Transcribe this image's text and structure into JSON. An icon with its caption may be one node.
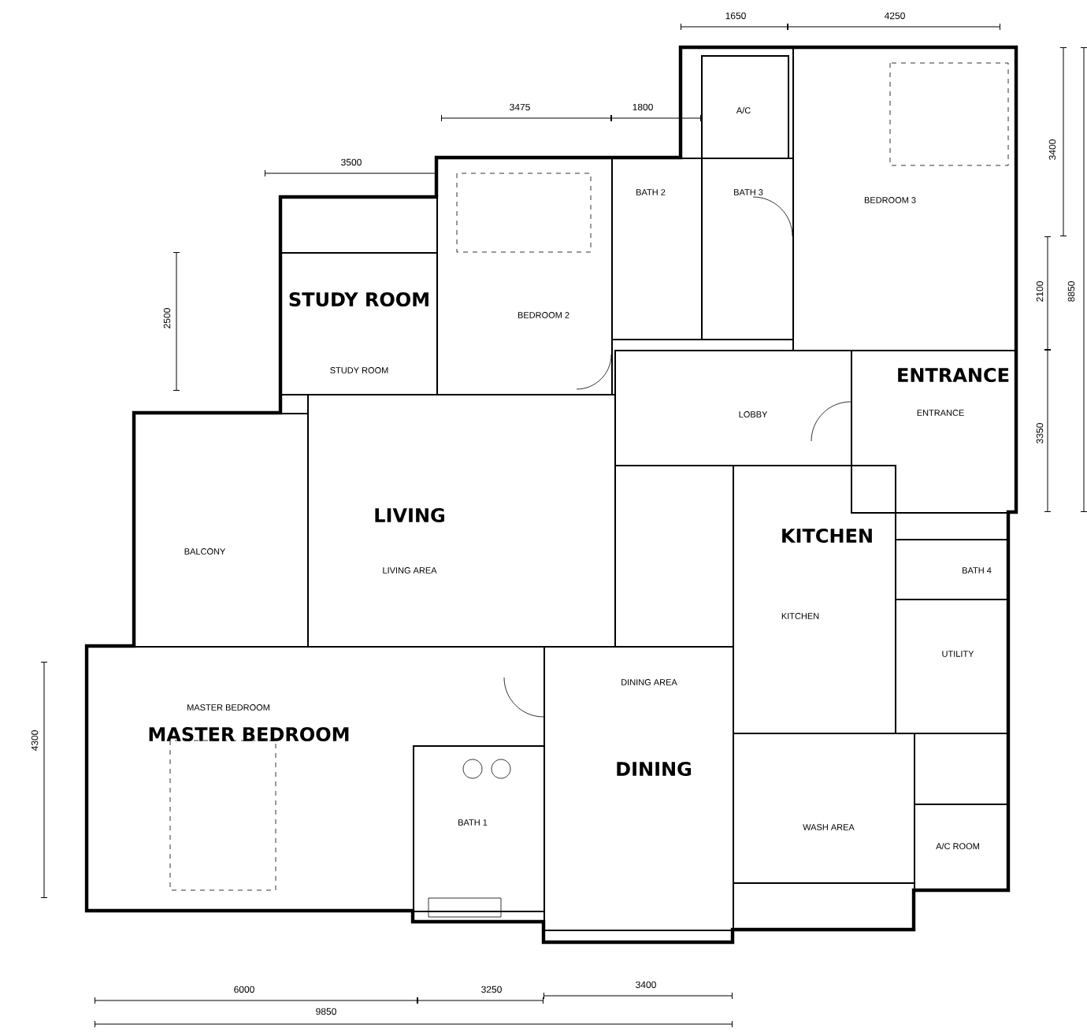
{
  "diagram": {
    "nodes": [
      {
        "text": [
          "A/C"
        ]
      },
      {
        "text": [
          "BEDROOM 3"
        ]
      },
      {
        "text": [
          "BEDROOM 2"
        ]
      },
      {
        "text": [
          "BATH 2"
        ]
      },
      {
        "text": [
          "BATH 3"
        ]
      },
      {
        "text": [
          "STUDY ROOM",
          "STUDY ROOM"
        ]
      },
      {
        "text": [
          "ENTRANCE",
          "ENTRANCE"
        ]
      },
      {
        "text": [
          "LOBBY"
        ]
      },
      {
        "text": [
          "LIVING",
          "LIVING AREA"
        ]
      },
      {
        "text": [
          "BALCONY"
        ]
      },
      {
        "text": [
          "KITCHEN",
          "KITCHEN"
        ]
      },
      {
        "text": [
          "BATH 4"
        ]
      },
      {
        "text": [
          "UTILITY"
        ]
      },
      {
        "text": [
          "MASTER BEDROOM",
          "MASTER BEDROOM"
        ]
      },
      {
        "text": [
          "DINING AREA",
          "DINING"
        ]
      },
      {
        "text": [
          "BATH 1"
        ]
      },
      {
        "text": [
          "WASH AREA"
        ]
      },
      {
        "text": [
          "A/C ROOM"
        ]
      }
    ],
    "labels": [
      "1650",
      "4250",
      "3475",
      "1800",
      "3500",
      "3400",
      "2500",
      "2100",
      "8850",
      "3350",
      "4300",
      "6000",
      "9850",
      "3250",
      "3400"
    ]
  }
}
